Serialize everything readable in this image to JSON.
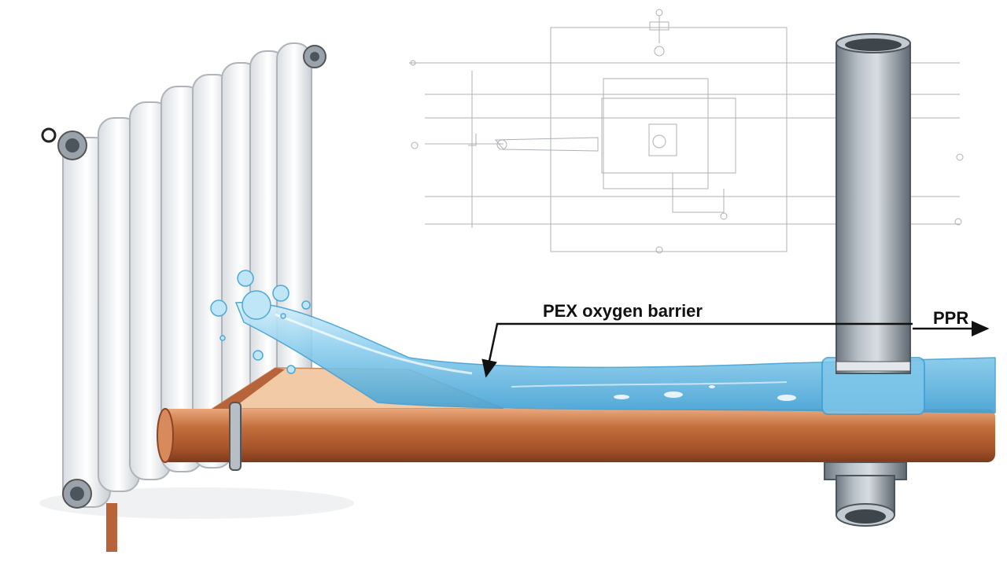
{
  "labels": {
    "pex": "PEX oxygen barrier",
    "ppr": "PPR"
  },
  "icons": {
    "radiator": "radiator-icon",
    "copper_pipe": "copper-pipe-icon",
    "steel_pipe": "steel-pipe-icon",
    "water_flow": "water-flow-icon",
    "blueprint": "blueprint-schematic"
  },
  "colors": {
    "copper": "#c46e3c",
    "steel": "#8f99a3",
    "water": "#6fc0e8",
    "radiator": "#f2f4f6",
    "line": "#111111"
  }
}
